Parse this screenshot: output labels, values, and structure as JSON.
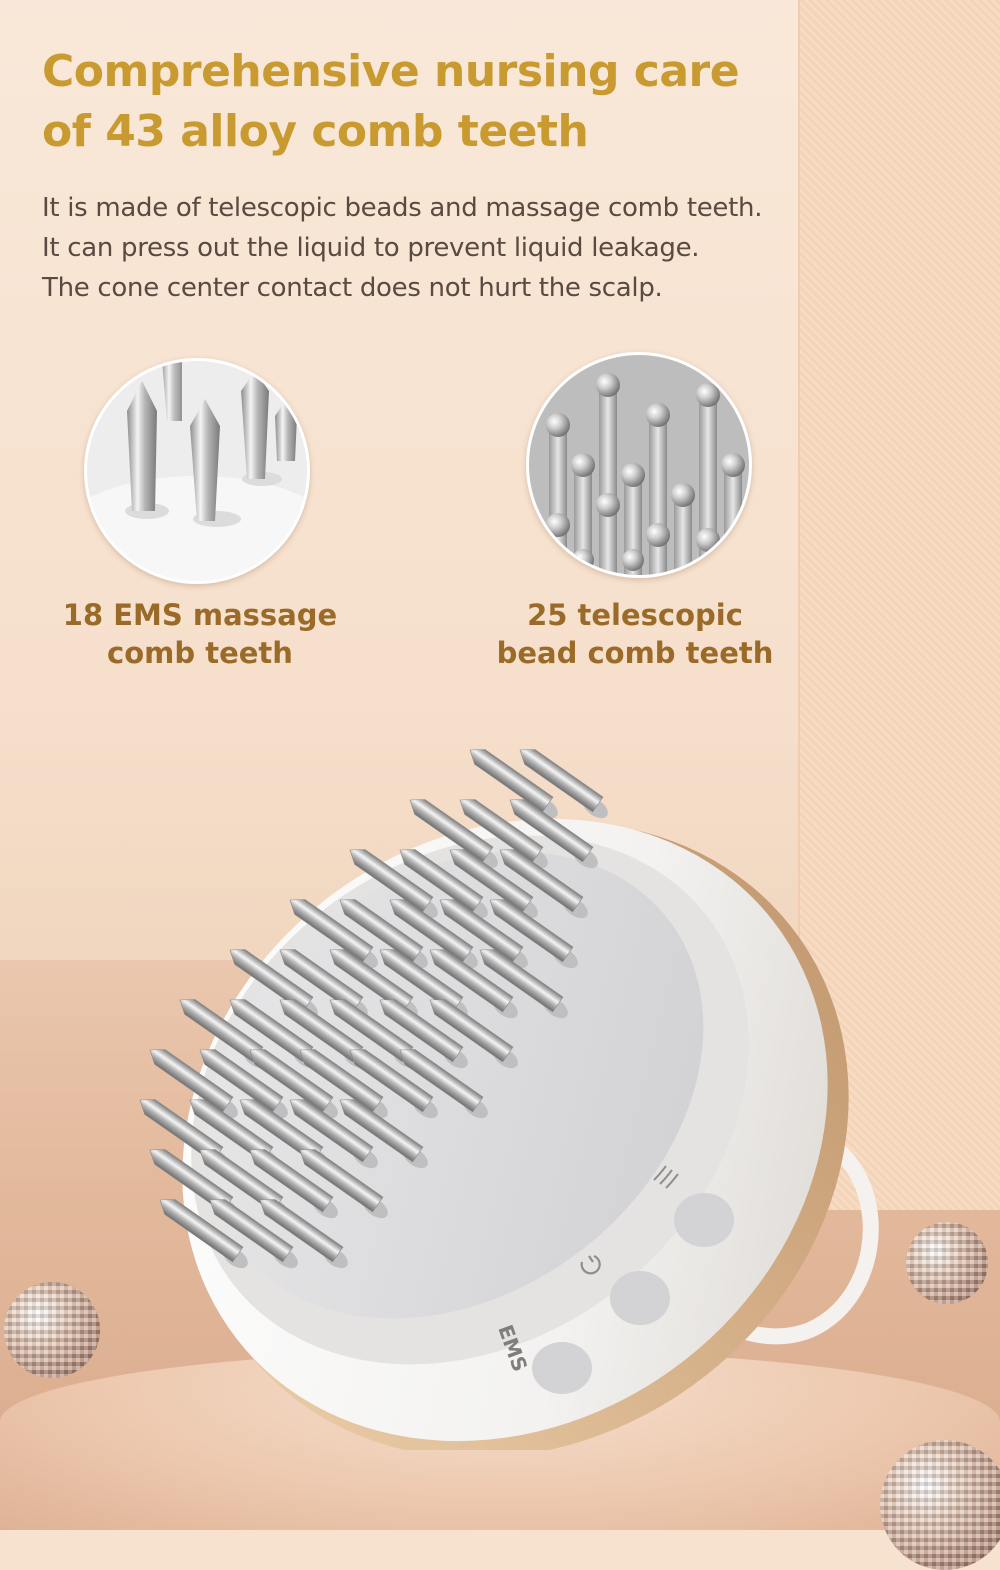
{
  "headline": {
    "line1": "Comprehensive nursing care",
    "line2": "of 43 alloy comb teeth"
  },
  "description": [
    "It is made of telescopic beads and massage comb teeth.",
    "It can press out the liquid to prevent liquid leakage.",
    "The cone center contact does not hurt the scalp."
  ],
  "features": [
    {
      "line1": "18 EMS massage",
      "line2": "comb teeth"
    },
    {
      "line1": "25 telescopic",
      "line2": "bead comb teeth"
    }
  ],
  "device": {
    "ems_label": "EMS",
    "buttons": [
      "EMS",
      "power",
      "vibration"
    ]
  },
  "colors": {
    "headline": "#c89a2f",
    "label": "#9a6a28",
    "body": "#5b4a42"
  }
}
